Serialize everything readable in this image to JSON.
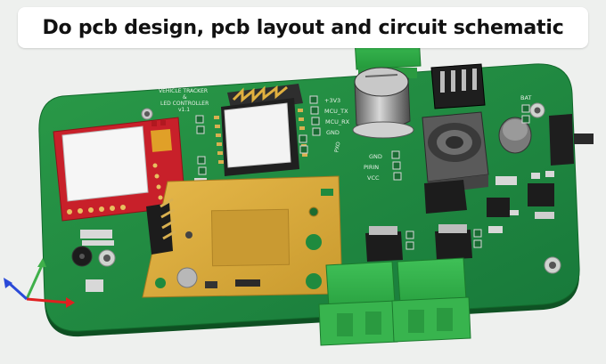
{
  "title": "Do pcb design, pcb layout and circuit schematic",
  "board": {
    "name_line1": "VEHICLE TRACKER",
    "name_line2": "&",
    "name_line3": "LED CONTROLLER",
    "version": "v1.1",
    "header_pins": [
      "+3V3",
      "MCU_TX",
      "MCU_RX",
      "GND"
    ],
    "header_right_label": "PXO",
    "lower_pins": [
      "GND",
      "PIRIN",
      "VCC"
    ],
    "battery_label": "BAT"
  },
  "colors": {
    "pcb": "#1f8a3e",
    "gsm_module": "#d8a63a",
    "sim_module": "#c8202a",
    "terminal": "#34b34a",
    "banner": "#ffffff"
  },
  "icons": [
    "axis-triad-icon"
  ]
}
